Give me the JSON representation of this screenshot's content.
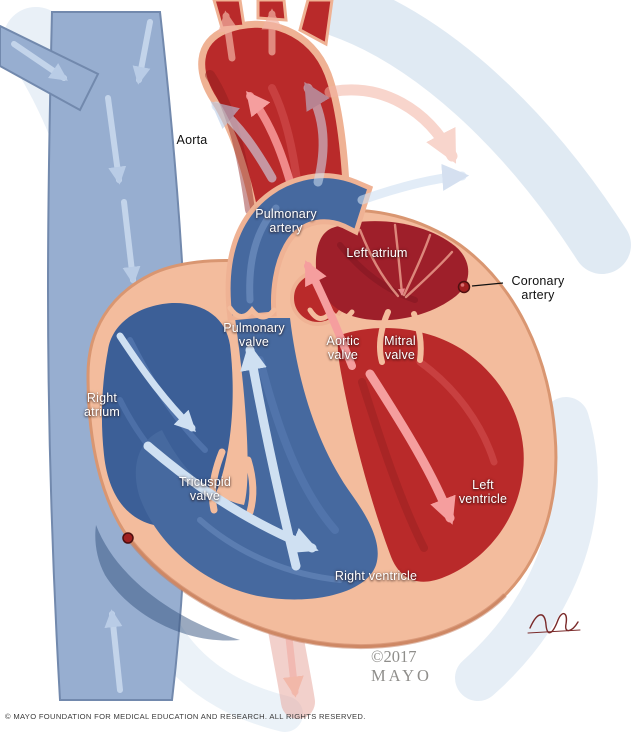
{
  "labels": {
    "aorta": "Aorta",
    "pulmonary_artery": "Pulmonary\nartery",
    "left_atrium": "Left atrium",
    "coronary_artery": "Coronary\nartery",
    "pulmonary_valve": "Pulmonary\nvalve",
    "aortic_valve": "Aortic\nvalve",
    "mitral_valve": "Mitral\nvalve",
    "right_atrium": "Right\natrium",
    "tricuspid_valve": "Tricuspid\nvalve",
    "left_ventricle": "Left\nventricle",
    "right_ventricle": "Right ventricle"
  },
  "credits": {
    "copyright_year": "©2017",
    "copyright_org": "MAYO",
    "footer": "© MAYO FOUNDATION FOR MEDICAL EDUCATION AND RESEARCH. ALL RIGHTS RESERVED."
  },
  "colors": {
    "oxygenated_blood": "#b92a2a",
    "deoxygenated_blood": "#46699f",
    "left_atrium_red": "#9e1f2a",
    "right_atrium_blue": "#3c5f97",
    "heart_wall": "#f3bc9d",
    "vein_blue": "#97aed0",
    "arrow_pink": "#f59e9e",
    "arrow_light_blue": "#cfe0f2",
    "background_wash": "#ccdcec"
  }
}
